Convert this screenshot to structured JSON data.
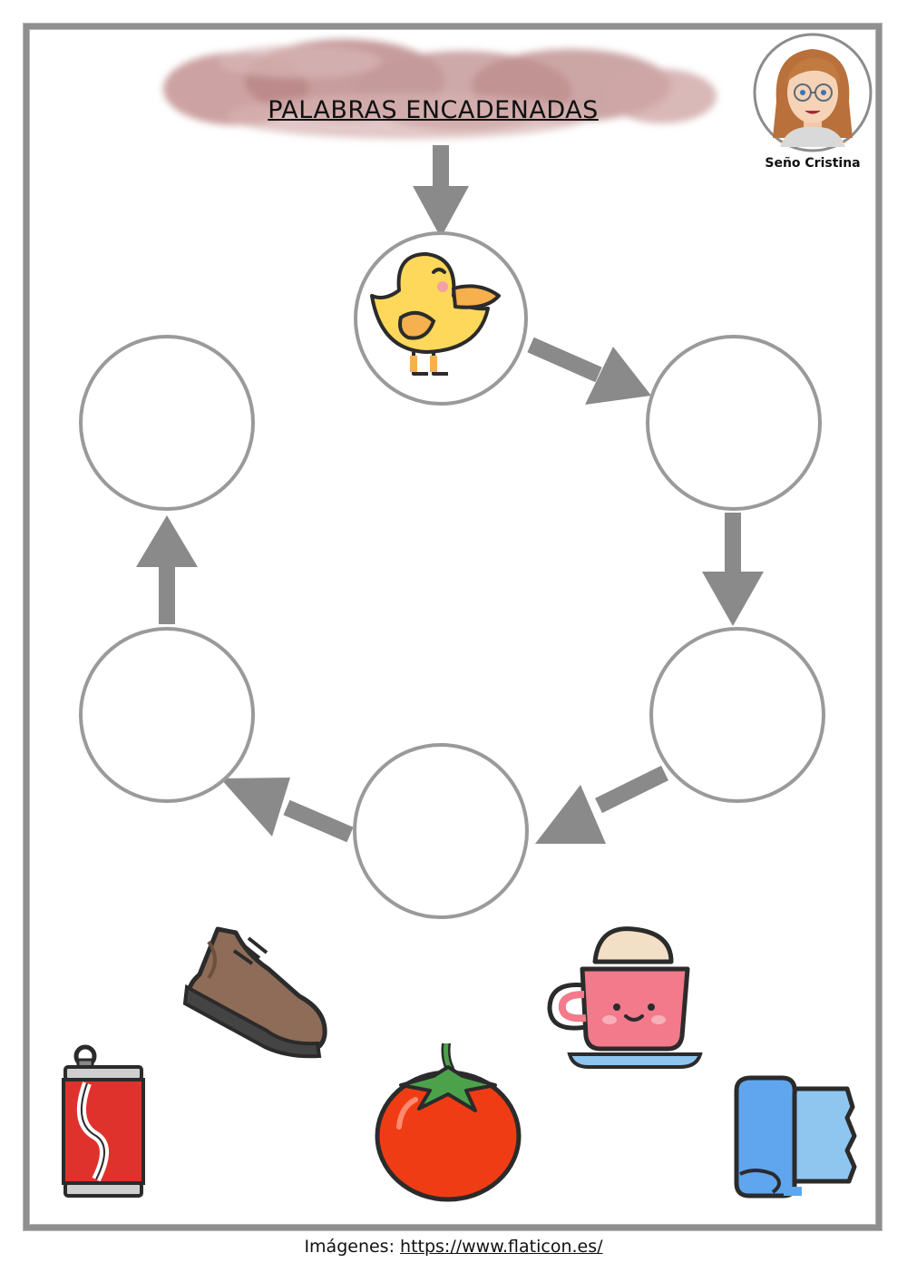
{
  "header": {
    "title": "PALABRAS ENCADENADAS",
    "author": "Seño Cristina"
  },
  "chain": {
    "start_icon": "duck-icon",
    "circle_count": 6,
    "circles": [
      "duck",
      "",
      "",
      "",
      "",
      ""
    ]
  },
  "word_bank": {
    "icons": [
      "shoe-icon",
      "cup-icon",
      "can-icon",
      "tomato-icon",
      "fabric-roll-icon"
    ]
  },
  "footer": {
    "label": "Imágenes:",
    "link": "https://www.flaticon.es/"
  },
  "colors": {
    "frame": "#8f8f8f",
    "arrow": "#8a8a8a",
    "circle_stroke": "#9a9a9a",
    "title_cloud": "#c89a9a"
  }
}
